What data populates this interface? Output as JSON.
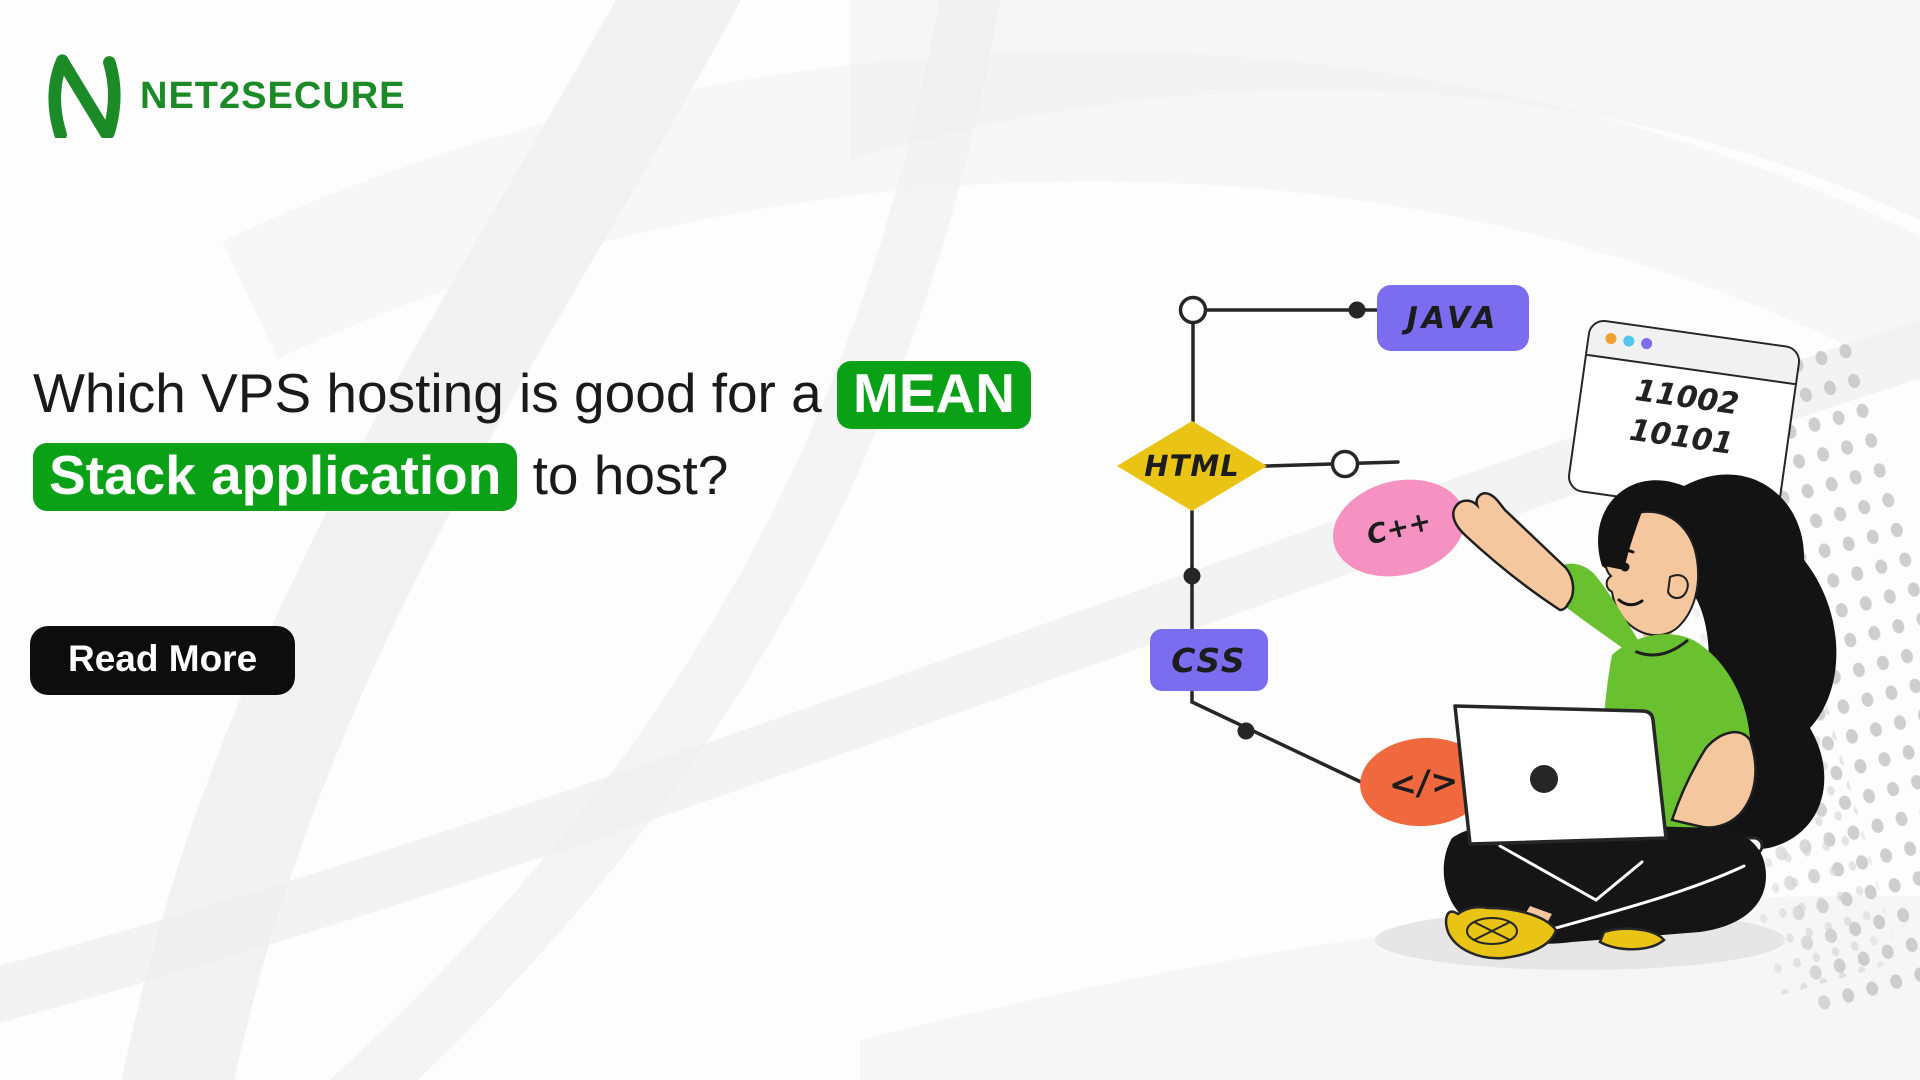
{
  "brand": {
    "name": "NET2SECURE"
  },
  "headline": {
    "line1_text": "Which VPS hosting is good for a",
    "line1_highlight": "MEAN",
    "line2_highlight": "Stack application",
    "line2_text": "to host?"
  },
  "cta": {
    "label": "Read More"
  },
  "flowchart": {
    "java": "JAVA",
    "html": "HTML",
    "css": "CSS",
    "cpp": "C++",
    "code": "</>"
  },
  "browser_window": {
    "line1": "11002",
    "line2": "10101"
  },
  "colors": {
    "brand_green": "#1d8a28",
    "highlight_green": "#0aa117",
    "badge_purple": "#7b6cf0",
    "diamond_yellow": "#e9c414",
    "oval_pink": "#f592c1",
    "oval_orange": "#f0683e",
    "shirt_green": "#6ac12f",
    "shoe_yellow": "#e9c414",
    "window_dot_orange": "#f0a030",
    "window_dot_cyan": "#52c7ec",
    "window_dot_purple": "#7b6cf0"
  }
}
